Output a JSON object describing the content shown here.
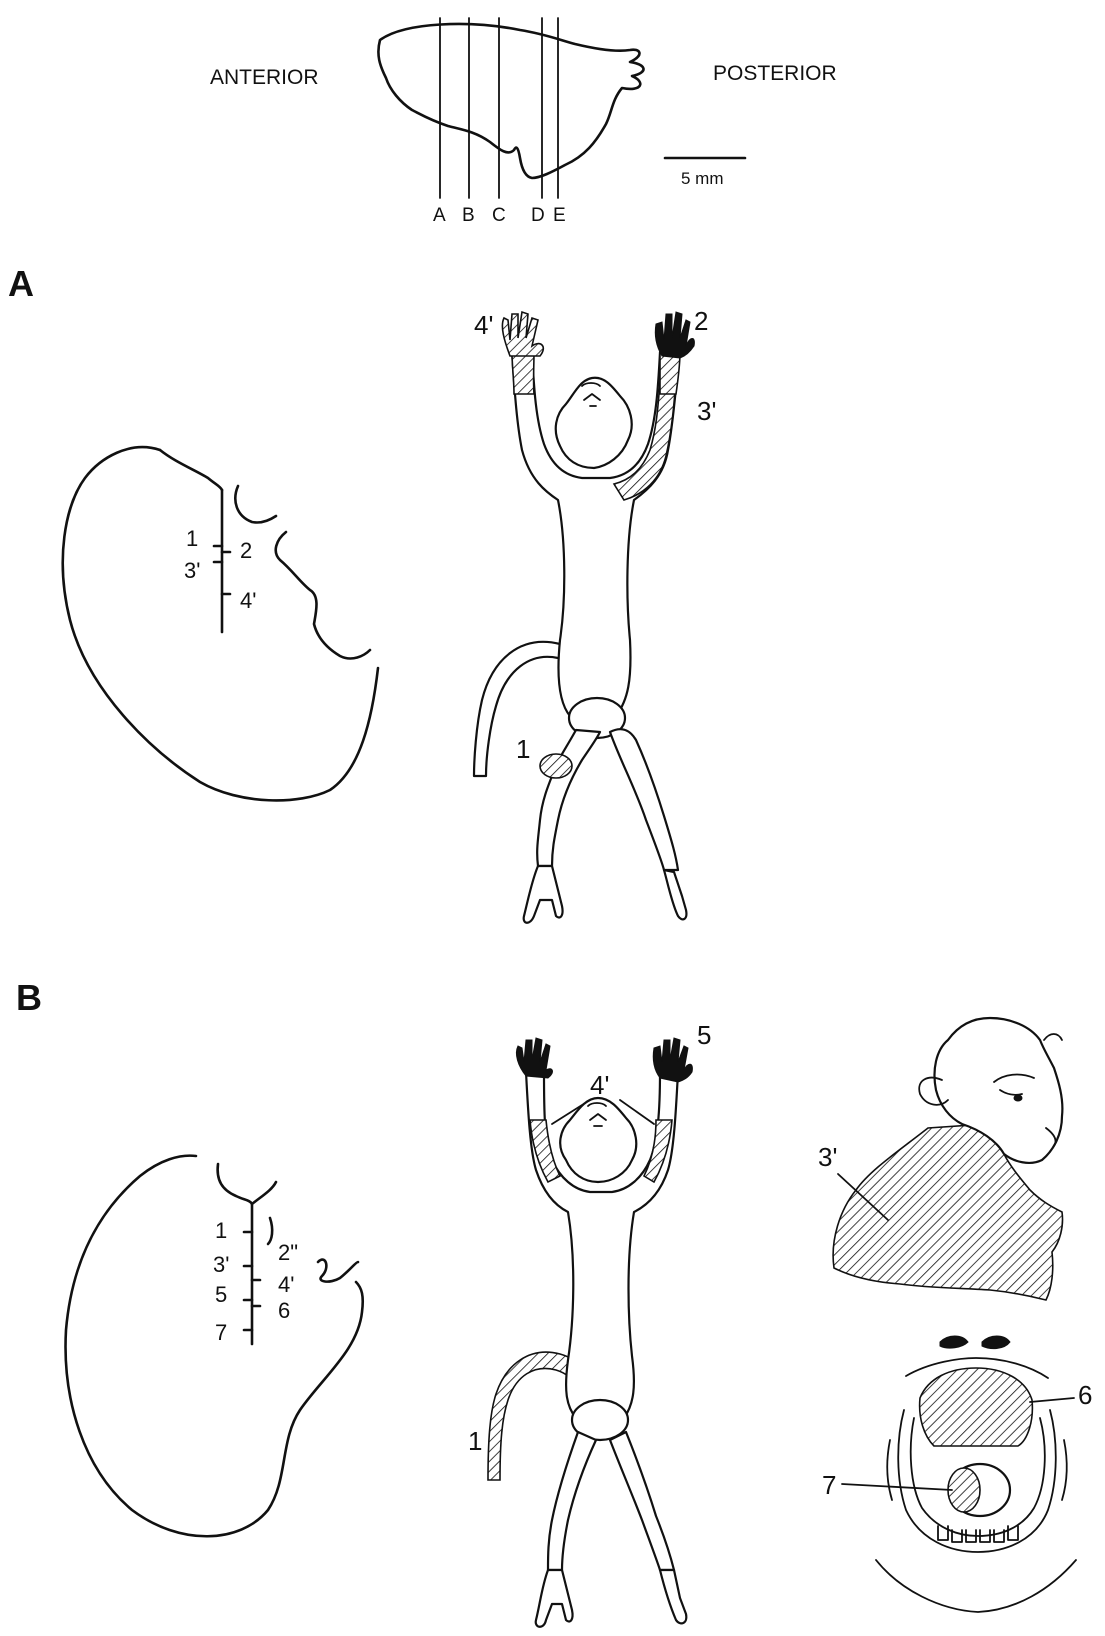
{
  "orientation": {
    "left": "ANTERIOR",
    "right": "POSTERIOR"
  },
  "scale_bar": {
    "label": "5 mm"
  },
  "section_lines": [
    "A",
    "B",
    "C",
    "D",
    "E"
  ],
  "panels": [
    {
      "letter": "A",
      "cortex_labels": [
        "1",
        "2",
        "3'",
        "4'"
      ],
      "body_labels": {
        "left_hand": "4'",
        "right_hand": "2",
        "right_arm": "3'",
        "leg": "1"
      }
    },
    {
      "letter": "B",
      "cortex_labels": [
        "1",
        "2\"",
        "3'",
        "4'",
        "5",
        "6",
        "7"
      ],
      "body_labels": {
        "forearms": "4'",
        "right_hand": "5",
        "tail": "1"
      },
      "head_labels": {
        "neck": "3'"
      },
      "mouth_labels": {
        "palate": "6",
        "tongue": "7"
      }
    }
  ]
}
